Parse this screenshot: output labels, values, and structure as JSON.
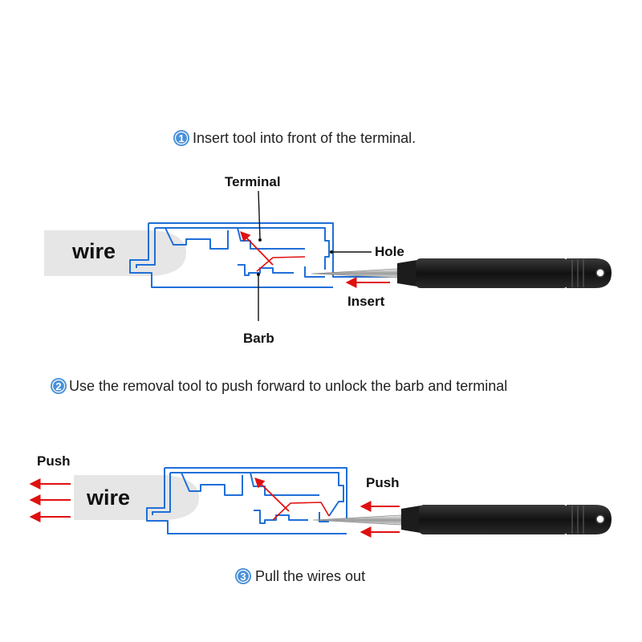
{
  "steps": [
    {
      "number": "1",
      "text": "Insert tool into front of the terminal."
    },
    {
      "number": "2",
      "text": "Use the removal tool to push forward to unlock the barb and terminal"
    },
    {
      "number": "3",
      "text": "Pull the wires out"
    }
  ],
  "diagram1": {
    "wire_label": "wire",
    "terminal_label": "Terminal",
    "hole_label": "Hole",
    "barb_label": "Barb",
    "insert_label": "Insert"
  },
  "diagram2": {
    "wire_label": "wire",
    "push_left_label": "Push",
    "push_right_label": "Push"
  },
  "colors": {
    "outline": "#1f6fd8",
    "badge": "#4a90d9",
    "arrow": "#e01010",
    "tool": "#1a1a1a",
    "wire": "#e6e6e6"
  }
}
